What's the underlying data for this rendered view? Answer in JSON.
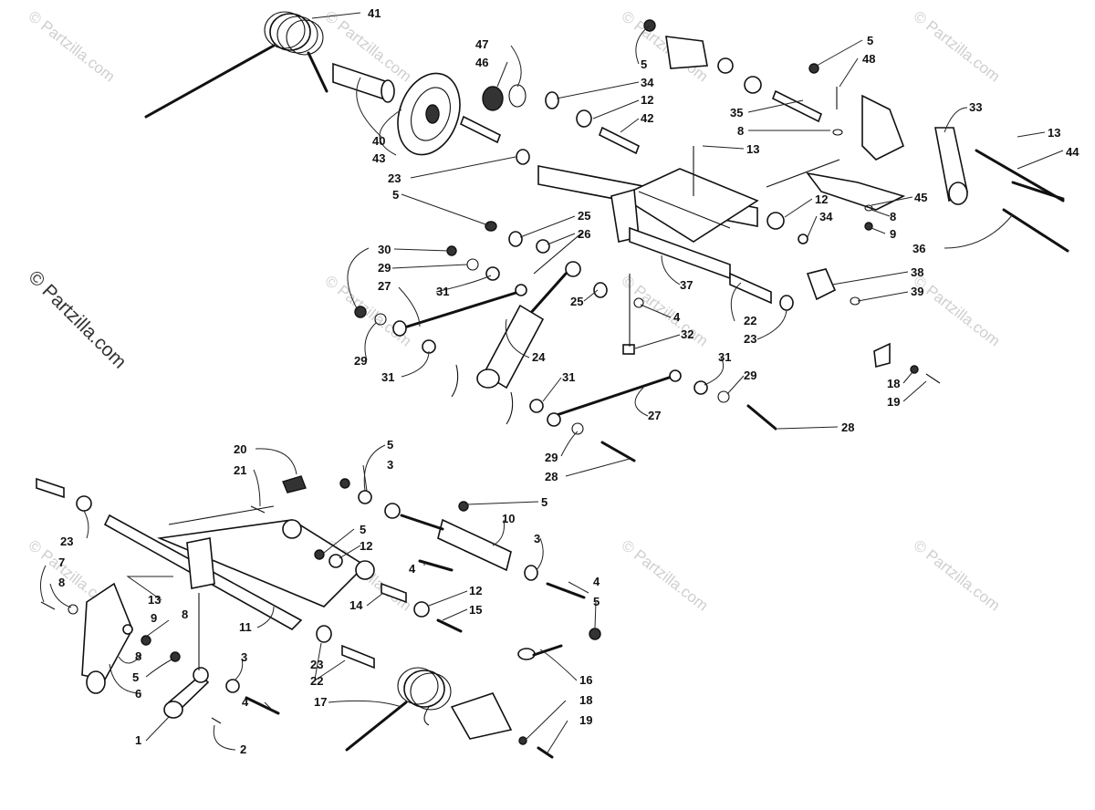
{
  "watermark": {
    "text": "© Partzilla.com",
    "side_text": "© Partzilla.com"
  },
  "callouts": [
    {
      "id": "c41",
      "label": "41"
    },
    {
      "id": "c40",
      "label": "40"
    },
    {
      "id": "c43",
      "label": "43"
    },
    {
      "id": "c47",
      "label": "47"
    },
    {
      "id": "c46",
      "label": "46"
    },
    {
      "id": "c23a",
      "label": "23"
    },
    {
      "id": "c5a",
      "label": "5"
    },
    {
      "id": "c34a",
      "label": "34"
    },
    {
      "id": "c12a",
      "label": "12"
    },
    {
      "id": "c42",
      "label": "42"
    },
    {
      "id": "c35",
      "label": "35"
    },
    {
      "id": "c8a",
      "label": "8"
    },
    {
      "id": "c13a",
      "label": "13"
    },
    {
      "id": "c5b",
      "label": "5"
    },
    {
      "id": "c48",
      "label": "48"
    },
    {
      "id": "c33",
      "label": "33"
    },
    {
      "id": "c13b",
      "label": "13"
    },
    {
      "id": "c44",
      "label": "44"
    },
    {
      "id": "c45",
      "label": "45"
    },
    {
      "id": "c8b",
      "label": "8"
    },
    {
      "id": "c9a",
      "label": "9"
    },
    {
      "id": "c36",
      "label": "36"
    },
    {
      "id": "c12b",
      "label": "12"
    },
    {
      "id": "c34b",
      "label": "34"
    },
    {
      "id": "c5c",
      "label": "5"
    },
    {
      "id": "c25a",
      "label": "25"
    },
    {
      "id": "c26",
      "label": "26"
    },
    {
      "id": "c30",
      "label": "30"
    },
    {
      "id": "c29a",
      "label": "29"
    },
    {
      "id": "c27a",
      "label": "27"
    },
    {
      "id": "c31a",
      "label": "31"
    },
    {
      "id": "c37",
      "label": "37"
    },
    {
      "id": "c38",
      "label": "38"
    },
    {
      "id": "c39",
      "label": "39"
    },
    {
      "id": "c25b",
      "label": "25"
    },
    {
      "id": "c4a",
      "label": "4"
    },
    {
      "id": "c22a",
      "label": "22"
    },
    {
      "id": "c23b",
      "label": "23"
    },
    {
      "id": "c32",
      "label": "32"
    },
    {
      "id": "c29b",
      "label": "29"
    },
    {
      "id": "c31b",
      "label": "31"
    },
    {
      "id": "c24",
      "label": "24"
    },
    {
      "id": "c31c",
      "label": "31"
    },
    {
      "id": "c31d",
      "label": "31"
    },
    {
      "id": "c29c",
      "label": "29"
    },
    {
      "id": "c18a",
      "label": "18"
    },
    {
      "id": "c19a",
      "label": "19"
    },
    {
      "id": "c27b",
      "label": "27"
    },
    {
      "id": "c28a",
      "label": "28"
    },
    {
      "id": "c29d",
      "label": "29"
    },
    {
      "id": "c28b",
      "label": "28"
    },
    {
      "id": "c20",
      "label": "20"
    },
    {
      "id": "c21",
      "label": "21"
    },
    {
      "id": "c5d",
      "label": "5"
    },
    {
      "id": "c3a",
      "label": "3"
    },
    {
      "id": "c5e",
      "label": "5"
    },
    {
      "id": "c10",
      "label": "10"
    },
    {
      "id": "c23c",
      "label": "23"
    },
    {
      "id": "c5f",
      "label": "5"
    },
    {
      "id": "c12c",
      "label": "12"
    },
    {
      "id": "c3b",
      "label": "3"
    },
    {
      "id": "c7",
      "label": "7"
    },
    {
      "id": "c8c",
      "label": "8"
    },
    {
      "id": "c13c",
      "label": "13"
    },
    {
      "id": "c8d",
      "label": "8"
    },
    {
      "id": "c4b",
      "label": "4"
    },
    {
      "id": "c9b",
      "label": "9"
    },
    {
      "id": "c14",
      "label": "14"
    },
    {
      "id": "c12d",
      "label": "12"
    },
    {
      "id": "c15",
      "label": "15"
    },
    {
      "id": "c4c",
      "label": "4"
    },
    {
      "id": "c11",
      "label": "11"
    },
    {
      "id": "c5g",
      "label": "5"
    },
    {
      "id": "c8e",
      "label": "8"
    },
    {
      "id": "c5h",
      "label": "5"
    },
    {
      "id": "c6",
      "label": "6"
    },
    {
      "id": "c3c",
      "label": "3"
    },
    {
      "id": "c23d",
      "label": "23"
    },
    {
      "id": "c22b",
      "label": "22"
    },
    {
      "id": "c16",
      "label": "16"
    },
    {
      "id": "c17",
      "label": "17"
    },
    {
      "id": "c18b",
      "label": "18"
    },
    {
      "id": "c4d",
      "label": "4"
    },
    {
      "id": "c19b",
      "label": "19"
    },
    {
      "id": "c1",
      "label": "1"
    },
    {
      "id": "c2",
      "label": "2"
    }
  ]
}
